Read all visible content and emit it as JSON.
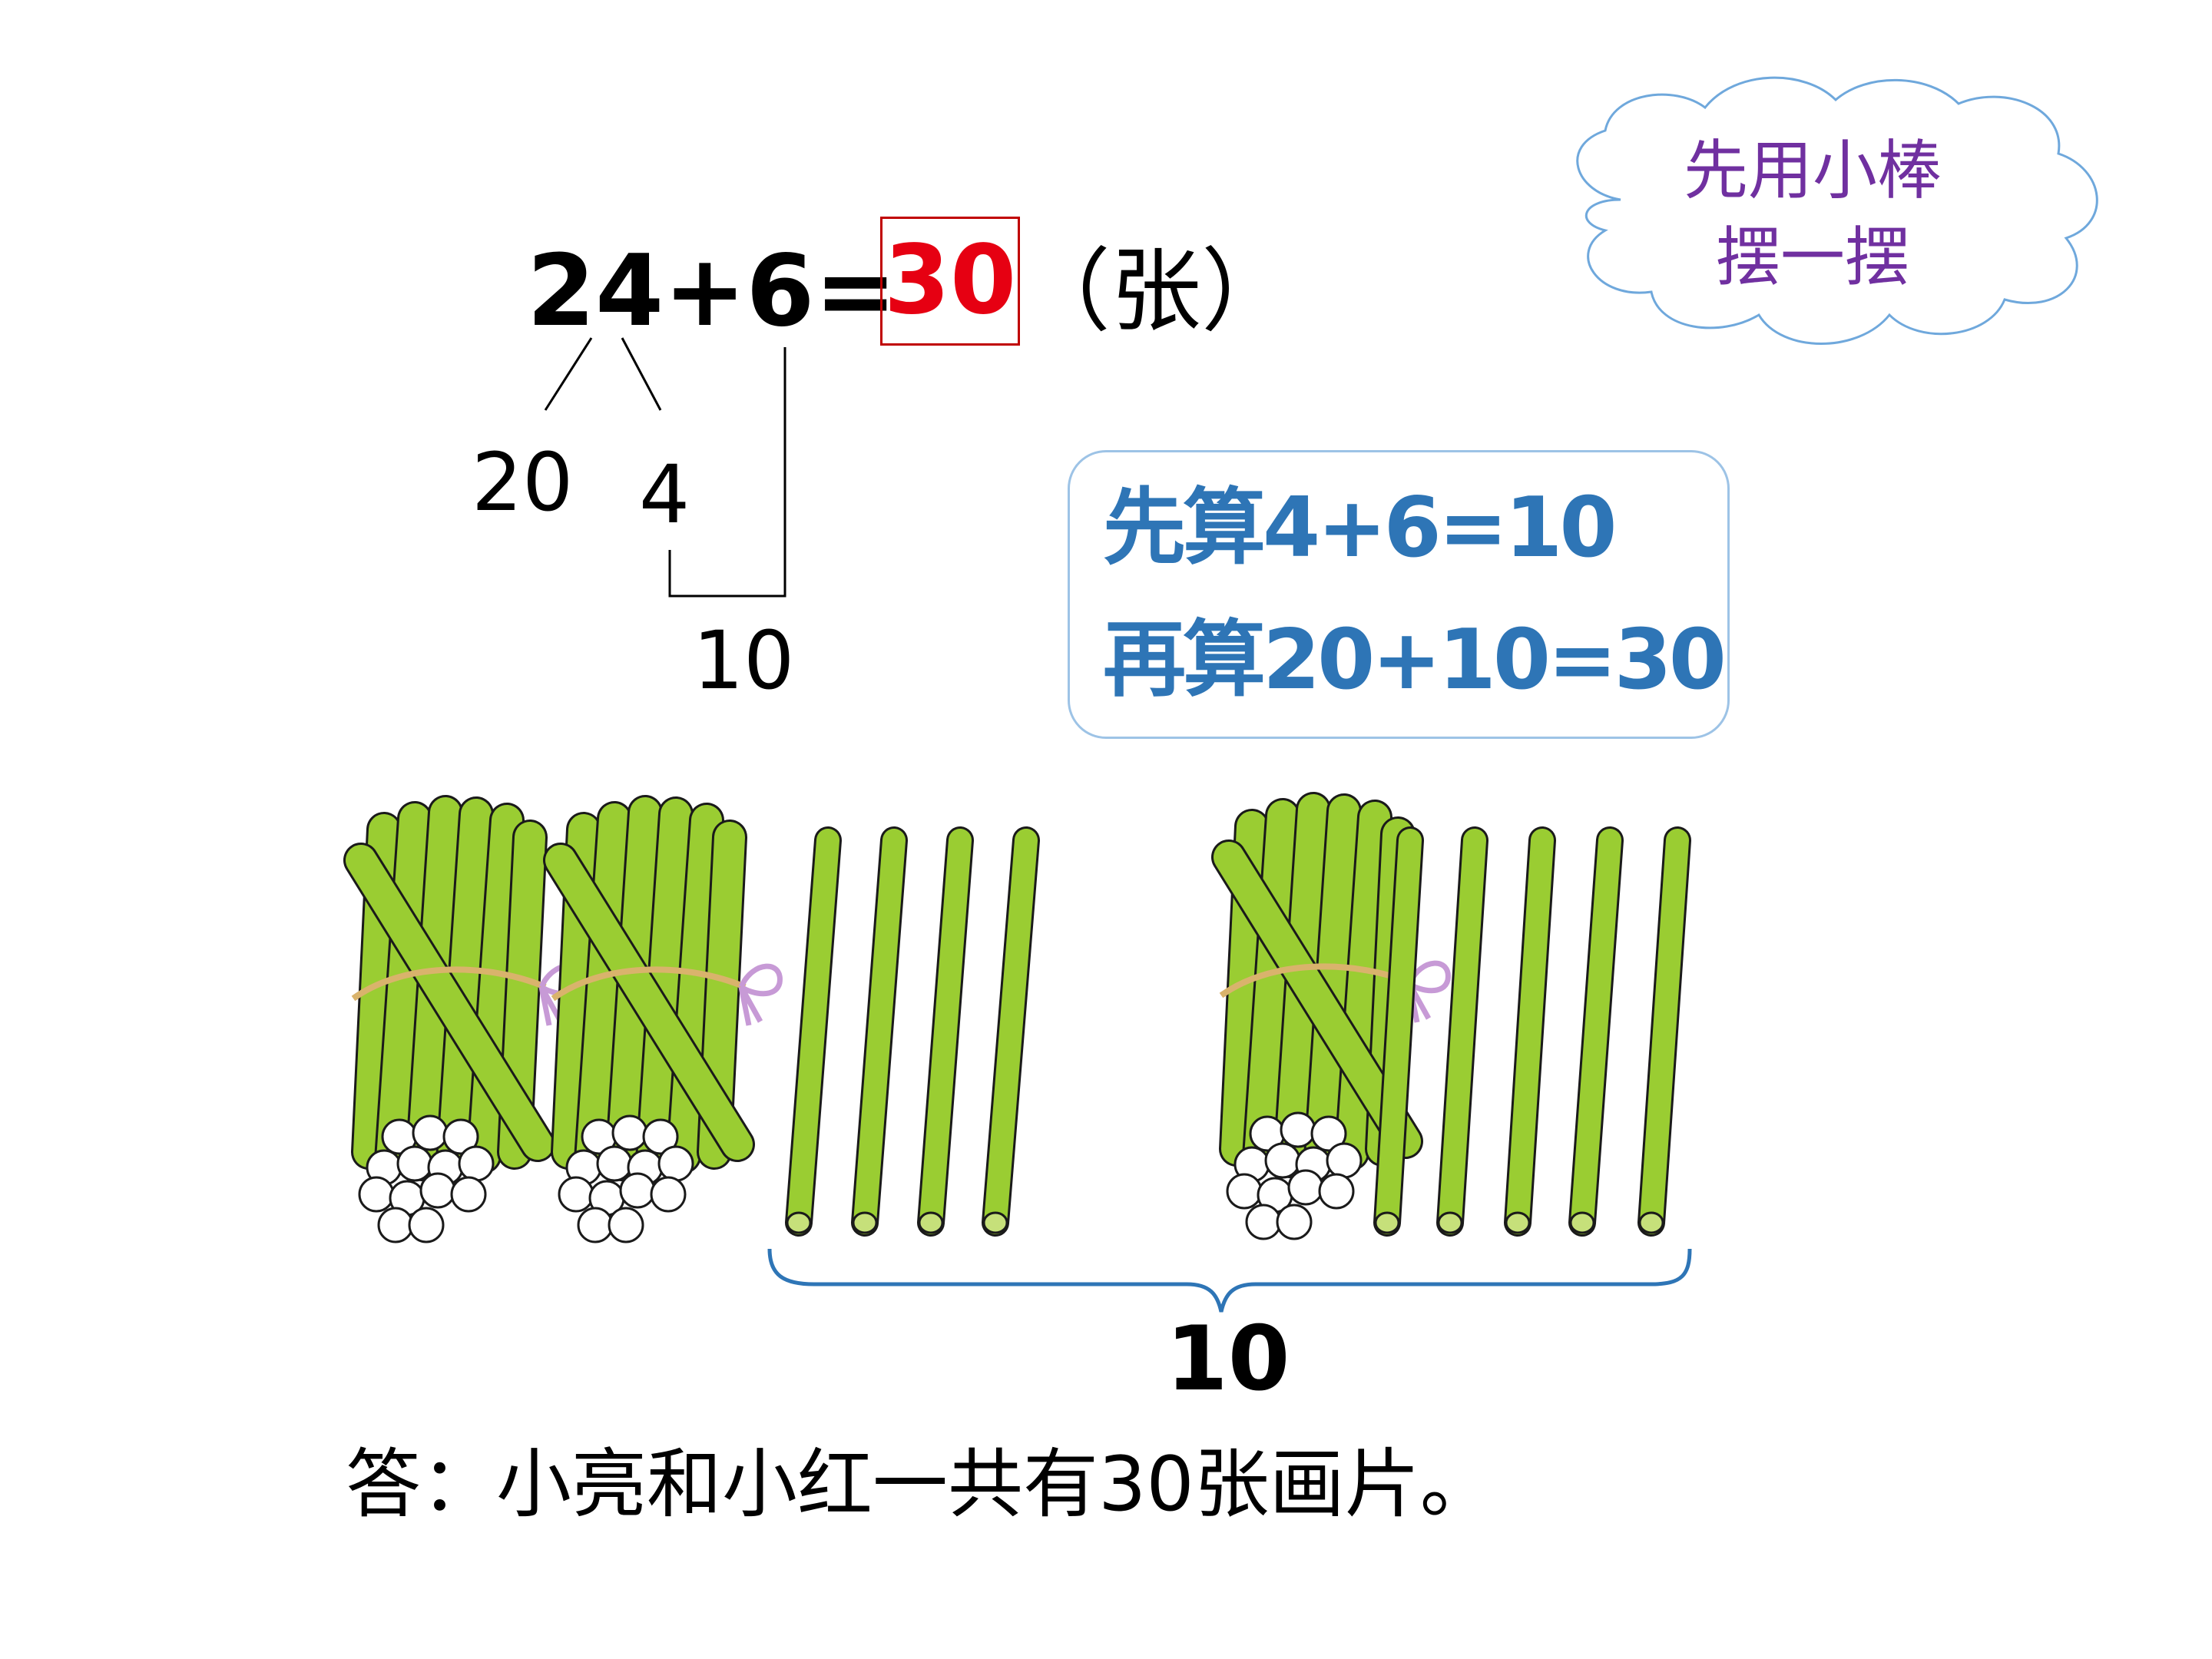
{
  "equation": {
    "expression": "24+6=",
    "answer": "30",
    "unit": "（张）",
    "split_left": "20",
    "split_right": "4",
    "partial_sum": "10"
  },
  "cloud": {
    "line1": "先用小棒",
    "line2": "摆一摆"
  },
  "hint": {
    "line1": "先算4+6=10",
    "line2": "再算20+10=30"
  },
  "sticks": {
    "left_bundles": 2,
    "left_loose": 4,
    "right_bundles": 1,
    "right_loose": 5,
    "bracket_label": "10"
  },
  "colors": {
    "stick": "#9acd32",
    "stick_outline": "#1a1a1a",
    "string": "#d9b36c",
    "bow": "#c79ad6",
    "answer_red": "#e60012",
    "hint_blue": "#2e75b6",
    "cloud_purple": "#7030a0",
    "bracket_blue": "#2e75b6"
  },
  "answer_sentence": "答：小亮和小红一共有30张画片。"
}
